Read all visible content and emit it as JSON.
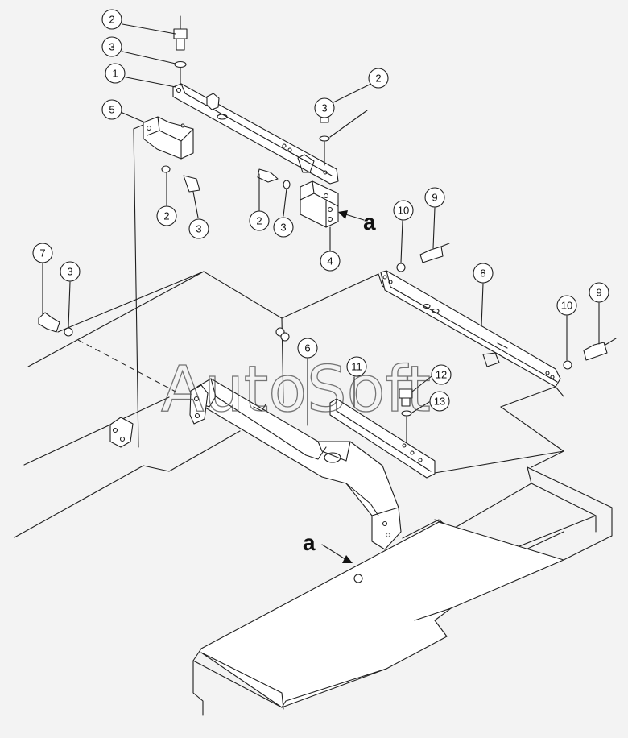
{
  "callouts": [
    {
      "label": "2",
      "part": "bolt"
    },
    {
      "label": "3",
      "part": "washer"
    },
    {
      "label": "1",
      "part": "upper-bracket"
    },
    {
      "label": "5",
      "part": "mount-block"
    },
    {
      "label": "2",
      "part": "bolt"
    },
    {
      "label": "3",
      "part": "washer"
    },
    {
      "label": "3",
      "part": "washer"
    },
    {
      "label": "2",
      "part": "bolt"
    },
    {
      "label": "2",
      "part": "bolt"
    },
    {
      "label": "3",
      "part": "washer"
    },
    {
      "label": "4",
      "part": "bracket-block"
    },
    {
      "label": "10",
      "part": "washer"
    },
    {
      "label": "9",
      "part": "bolt"
    },
    {
      "label": "7",
      "part": "bolt"
    },
    {
      "label": "3",
      "part": "washer"
    },
    {
      "label": "8",
      "part": "side-bracket"
    },
    {
      "label": "10",
      "part": "washer"
    },
    {
      "label": "9",
      "part": "bolt"
    },
    {
      "label": "6",
      "part": "main-frame-beam"
    },
    {
      "label": "11",
      "part": "bar"
    },
    {
      "label": "12",
      "part": "bolt"
    },
    {
      "label": "13",
      "part": "washer"
    }
  ],
  "reference_marks": [
    "a",
    "a"
  ],
  "watermark": "AutoSoft",
  "colors": {
    "line": "#1f1f1f",
    "background": "#f3f3f3",
    "watermark": "#4a4a4a"
  }
}
